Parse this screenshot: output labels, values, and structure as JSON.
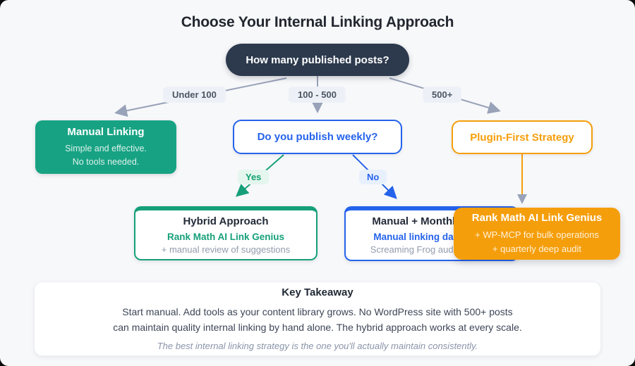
{
  "title": "Choose Your Internal Linking Approach",
  "colors": {
    "green": "#17a383",
    "blue": "#2563eb",
    "orange": "#f59e0b",
    "dark_pill": "#2d3a4d",
    "arrow_gray": "#98a2b8",
    "background": "#f7f8fa"
  },
  "root_question": {
    "label": "How many published posts?"
  },
  "branch_labels": {
    "left": "Under 100",
    "middle": "100 - 500",
    "right": "500+"
  },
  "decision_labels": {
    "yes": "Yes",
    "no": "No"
  },
  "nodes": {
    "manual_linking": {
      "title": "Manual Linking",
      "line1": "Simple and effective.",
      "line2": "No tools needed."
    },
    "publish_weekly": {
      "title": "Do you publish weekly?"
    },
    "plugin_first": {
      "title": "Plugin-First Strategy"
    },
    "hybrid": {
      "title": "Hybrid Approach",
      "line1": "Rank Math AI Link Genius",
      "line2": "+ manual review of suggestions"
    },
    "manual_monthly": {
      "title": "Manual + Monthly Audit",
      "line1": "Manual linking day to day",
      "line2": "Screaming Frog audit monthly"
    },
    "rank_math": {
      "title": "Rank Math AI Link Genius",
      "line1": "+ WP-MCP for bulk operations",
      "line2": "+ quarterly deep audit"
    }
  },
  "takeaway": {
    "title": "Key Takeaway",
    "line1": "Start manual. Add tools as your content library grows. No WordPress site with 500+ posts",
    "line2": "can maintain quality internal linking by hand alone. The hybrid approach works at every scale.",
    "italic": "The best internal linking strategy is the one you'll actually maintain consistently."
  }
}
